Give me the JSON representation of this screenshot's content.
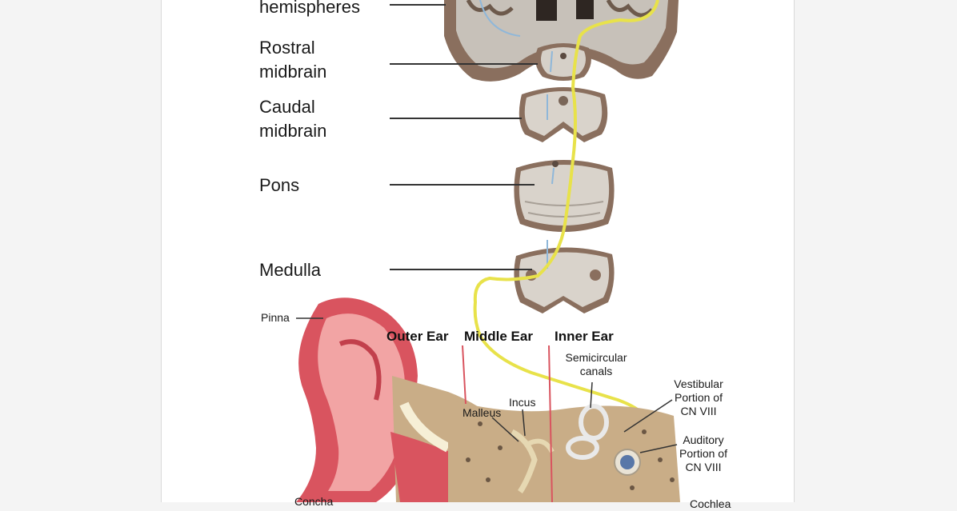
{
  "brain_levels": [
    {
      "line1": "hemispheres",
      "line2": ""
    },
    {
      "line1": "Rostral",
      "line2": "midbrain"
    },
    {
      "line1": "Caudal",
      "line2": "midbrain"
    },
    {
      "line1": "Pons",
      "line2": ""
    },
    {
      "line1": "Medulla",
      "line2": ""
    }
  ],
  "ear_sections": [
    "Outer Ear",
    "Middle Ear",
    "Inner Ear"
  ],
  "ear_parts": {
    "pinna": "Pinna",
    "semicircular_line1": "Semicircular",
    "semicircular_line2": "canals",
    "incus": "Incus",
    "malleus": "Malleus",
    "vestibular_line1": "Vestibular",
    "vestibular_line2": "Portion of",
    "vestibular_line3": "CN VIII",
    "auditory_line1": "Auditory",
    "auditory_line2": "Portion of",
    "auditory_line3": "CN VIII",
    "concha": "Concha",
    "cochlea": "Cochlea"
  },
  "colors": {
    "nerve_yellow": "#e8e24a",
    "tissue_gray": "#b9b4ae",
    "tissue_brown": "#8a6f5e",
    "ear_red": "#d9545f",
    "ear_pink": "#f2a4a4",
    "bone_tan": "#c9ad87"
  }
}
